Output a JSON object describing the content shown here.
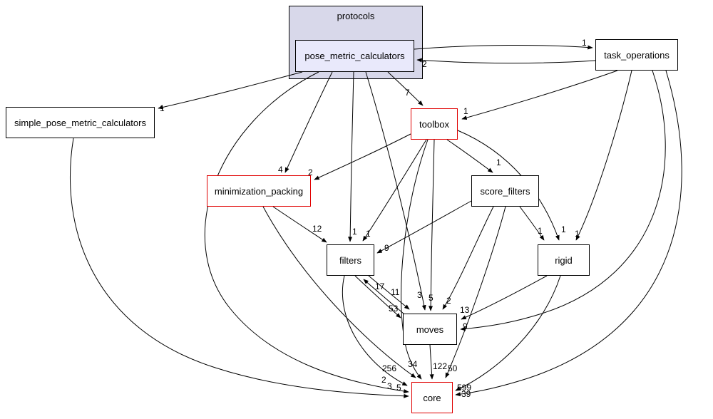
{
  "diagram": {
    "cluster": {
      "label": "protocols"
    },
    "nodes": {
      "pose_metric_calculators": {
        "label": "pose_metric_calculators"
      },
      "task_operations": {
        "label": "task_operations"
      },
      "simple_pose_metric_calculators": {
        "label": "simple_pose_metric_calculators"
      },
      "toolbox": {
        "label": "toolbox"
      },
      "minimization_packing": {
        "label": "minimization_packing"
      },
      "score_filters": {
        "label": "score_filters"
      },
      "filters": {
        "label": "filters"
      },
      "rigid": {
        "label": "rigid"
      },
      "moves": {
        "label": "moves"
      },
      "core": {
        "label": "core"
      }
    },
    "edges": [
      {
        "from": "pose_metric_calculators",
        "to": "task_operations",
        "label": "1"
      },
      {
        "from": "task_operations",
        "to": "pose_metric_calculators",
        "label": "2"
      },
      {
        "from": "pose_metric_calculators",
        "to": "simple_pose_metric_calculators",
        "label": "1"
      },
      {
        "from": "pose_metric_calculators",
        "to": "toolbox",
        "label": "7"
      },
      {
        "from": "task_operations",
        "to": "toolbox",
        "label": "1"
      },
      {
        "from": "pose_metric_calculators",
        "to": "minimization_packing",
        "label": "4"
      },
      {
        "from": "toolbox",
        "to": "minimization_packing",
        "label": "2"
      },
      {
        "from": "toolbox",
        "to": "score_filters",
        "label": "1"
      },
      {
        "from": "pose_metric_calculators",
        "to": "filters",
        "label": "1"
      },
      {
        "from": "toolbox",
        "to": "filters",
        "label": "1"
      },
      {
        "from": "minimization_packing",
        "to": "filters",
        "label": "12"
      },
      {
        "from": "score_filters",
        "to": "filters",
        "label": "9"
      },
      {
        "from": "score_filters",
        "to": "rigid",
        "label": "1"
      },
      {
        "from": "toolbox",
        "to": "rigid",
        "label": "1"
      },
      {
        "from": "task_operations",
        "to": "rigid",
        "label": "1"
      },
      {
        "from": "pose_metric_calculators",
        "to": "moves",
        "label": "3"
      },
      {
        "from": "toolbox",
        "to": "moves",
        "label": "5"
      },
      {
        "from": "score_filters",
        "to": "moves",
        "label": "2"
      },
      {
        "from": "filters",
        "to": "moves",
        "label": "53"
      },
      {
        "from": "filters",
        "to": "moves",
        "label": "11"
      },
      {
        "from": "moves",
        "to": "filters",
        "label": "17"
      },
      {
        "from": "rigid",
        "to": "moves",
        "label": "13"
      },
      {
        "from": "task_operations",
        "to": "moves",
        "label": "9"
      },
      {
        "from": "moves",
        "to": "core",
        "label": "122"
      },
      {
        "from": "minimization_packing",
        "to": "core",
        "label": "34"
      },
      {
        "from": "pose_metric_calculators",
        "to": "core",
        "label": "256"
      },
      {
        "from": "score_filters",
        "to": "core",
        "label": "50"
      },
      {
        "from": "toolbox",
        "to": "core",
        "label": "5"
      },
      {
        "from": "task_operations",
        "to": "core",
        "label": "599"
      },
      {
        "from": "simple_pose_metric_calculators",
        "to": "core",
        "label": "2"
      },
      {
        "from": "filters",
        "to": "core",
        "label": "3"
      },
      {
        "from": "rigid",
        "to": "core",
        "label": "39"
      }
    ],
    "colors": {
      "cluster_fill": "#d8d8ea",
      "selected_node_fill": "#e9e9fb",
      "node_fill": "#ffffff",
      "highlight_border": "#e00000",
      "edge_color": "#000000"
    }
  }
}
